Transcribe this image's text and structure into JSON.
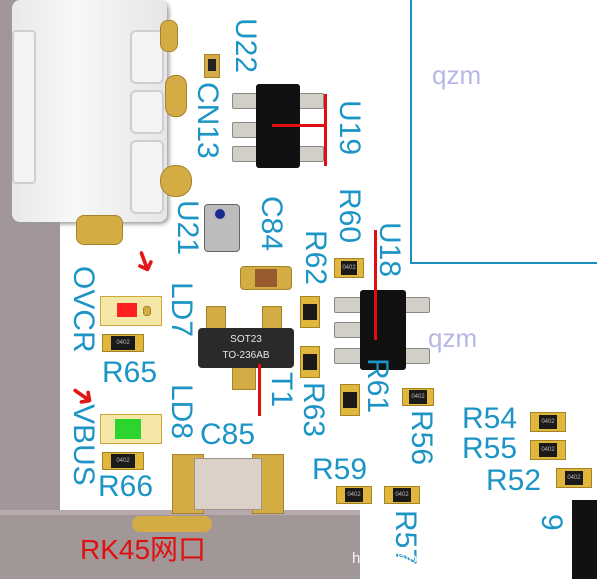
{
  "watermarks": {
    "top_left": "qzm",
    "top_right": "qzm",
    "middle": "qzm"
  },
  "designators": {
    "u22": "U22",
    "cn13": "CN13",
    "u19": "U19",
    "u21": "U21",
    "c84": "C84",
    "r60": "R60",
    "r62": "R62",
    "u18": "U18",
    "ld7": "LD7",
    "ovcr": "OVCR",
    "r65": "R65",
    "ld8": "LD8",
    "vbus": "VBUS",
    "r66": "R66",
    "c85": "C85",
    "t1": "T1",
    "r63": "R63",
    "r61": "R61",
    "r56": "R56",
    "r59": "R59",
    "r57": "R57",
    "r54": "R54",
    "r55": "R55",
    "r52": "R52",
    "nine": "9"
  },
  "package_text": {
    "sot23": "SOT23",
    "to236ab": "TO-236AB",
    "res_0402": "0402"
  },
  "annotation": "RK45网口",
  "footer_url": "https://blog.csdn.net/u012911266",
  "colors": {
    "silkscreen_blue": "#1c95c6",
    "annotation_red": "#e01010",
    "pad_gold": "#d4ac44"
  }
}
